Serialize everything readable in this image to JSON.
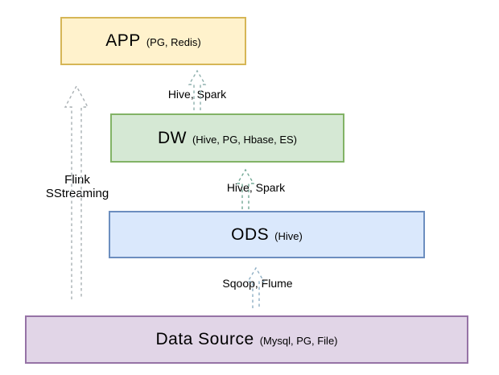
{
  "diagram": {
    "boxes": [
      {
        "id": "app",
        "title": "APP",
        "subtitle": "(PG, Redis)",
        "fill": "#FFF2CC",
        "border": "#D6B656"
      },
      {
        "id": "dw",
        "title": "DW",
        "subtitle": "(Hive, PG, Hbase, ES)",
        "fill": "#D5E8D4",
        "border": "#82B366"
      },
      {
        "id": "ods",
        "title": "ODS",
        "subtitle": "(Hive)",
        "fill": "#DAE8FC",
        "border": "#6C8EBF"
      },
      {
        "id": "data_source",
        "title": "Data Source",
        "subtitle": "(Mysql, PG, File)",
        "fill": "#E1D5E7",
        "border": "#9673A6"
      }
    ],
    "arrows": [
      {
        "id": "dw-to-app",
        "label": "Hive, Spark",
        "color": "#8fb0ad",
        "style": "dashed"
      },
      {
        "id": "ods-to-dw",
        "label": "Hive, Spark",
        "color": "#73a895",
        "style": "dashed"
      },
      {
        "id": "datasource-to-ods",
        "label": "Sqoop, Flume",
        "color": "#8fafc4",
        "style": "dashed"
      },
      {
        "id": "datasource-to-app",
        "label_line1": "Flink",
        "label_line2": "SStreaming",
        "color": "#a9b0b4",
        "style": "dashed"
      }
    ],
    "background": "#ffffff"
  }
}
